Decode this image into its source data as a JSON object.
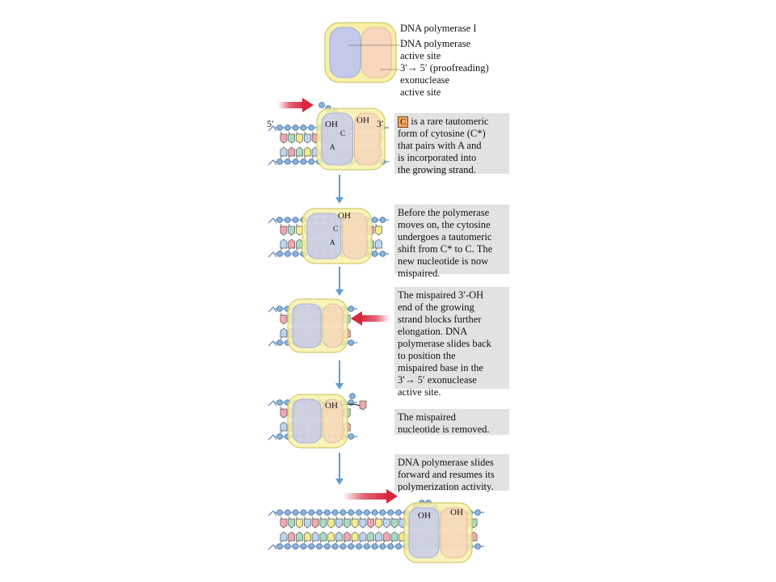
{
  "legend": {
    "title": "DNA polymerase I",
    "polymerase_site": "DNA polymerase\nactive site",
    "exonuclease_site": "3′→ 5′ (proofreading)\nexonuclease\nactive site"
  },
  "steps": [
    {
      "note_marker": "C",
      "note": "is a rare tautomeric\nform of cytosine (C*)\nthat pairs with A and\nis incorporated into\nthe growing strand.",
      "labels": {
        "five_prime": "5′",
        "three_prime": "3′",
        "oh_left": "OH",
        "oh_right": "OH",
        "base_a": "A",
        "base_c": "C"
      }
    },
    {
      "note": "Before the polymerase\nmoves on, the cytosine\nundergoes a tautomeric\nshift from C* to C. The\nnew nucleotide is now\nmispaired.",
      "labels": {
        "oh": "OH",
        "base_a": "A",
        "base_c": "C"
      }
    },
    {
      "note": "The mispaired 3′-OH\nend of the growing\nstrand blocks further\nelongation.  DNA\npolymerase slides back\nto position the\nmispaired base in the\n3′→ 5′  exonuclease\nactive site."
    },
    {
      "note": "The mispaired\nnucleotide is removed.",
      "labels": {
        "oh": "OH"
      }
    },
    {
      "note": "DNA polymerase slides\nforward and resumes its\npolymerization activity.",
      "labels": {
        "oh_left": "OH",
        "oh_right": "OH"
      }
    }
  ],
  "colors": {
    "enzyme_outer": "#f7f0a8",
    "polymerase_site": "#c4c9ec",
    "exonuclease_site": "#f8d7bd",
    "backbone_bead": "#8ab4e0",
    "flow_arrow": "#5d9fd6",
    "motion_arrow": "#d8283d",
    "note_bg": "#e2e2e2"
  }
}
